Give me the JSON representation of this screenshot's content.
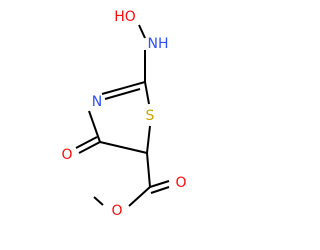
{
  "molecule": {
    "atoms": {
      "hydroxy_o": {
        "label": "HO",
        "color": "#ff0d0d"
      },
      "amino_n": {
        "label": "NH",
        "color": "#3050f8"
      },
      "ring_n": {
        "label": "N",
        "color": "#3050f8"
      },
      "ring_s": {
        "label": "S",
        "color": "#c8a800"
      },
      "keto_o": {
        "label": "O",
        "color": "#ff0d0d"
      },
      "ester_carbonyl_o": {
        "label": "O",
        "color": "#ff0d0d"
      },
      "ester_o": {
        "label": "O",
        "color": "#ff0d0d"
      }
    },
    "bond_color": "#000000"
  }
}
